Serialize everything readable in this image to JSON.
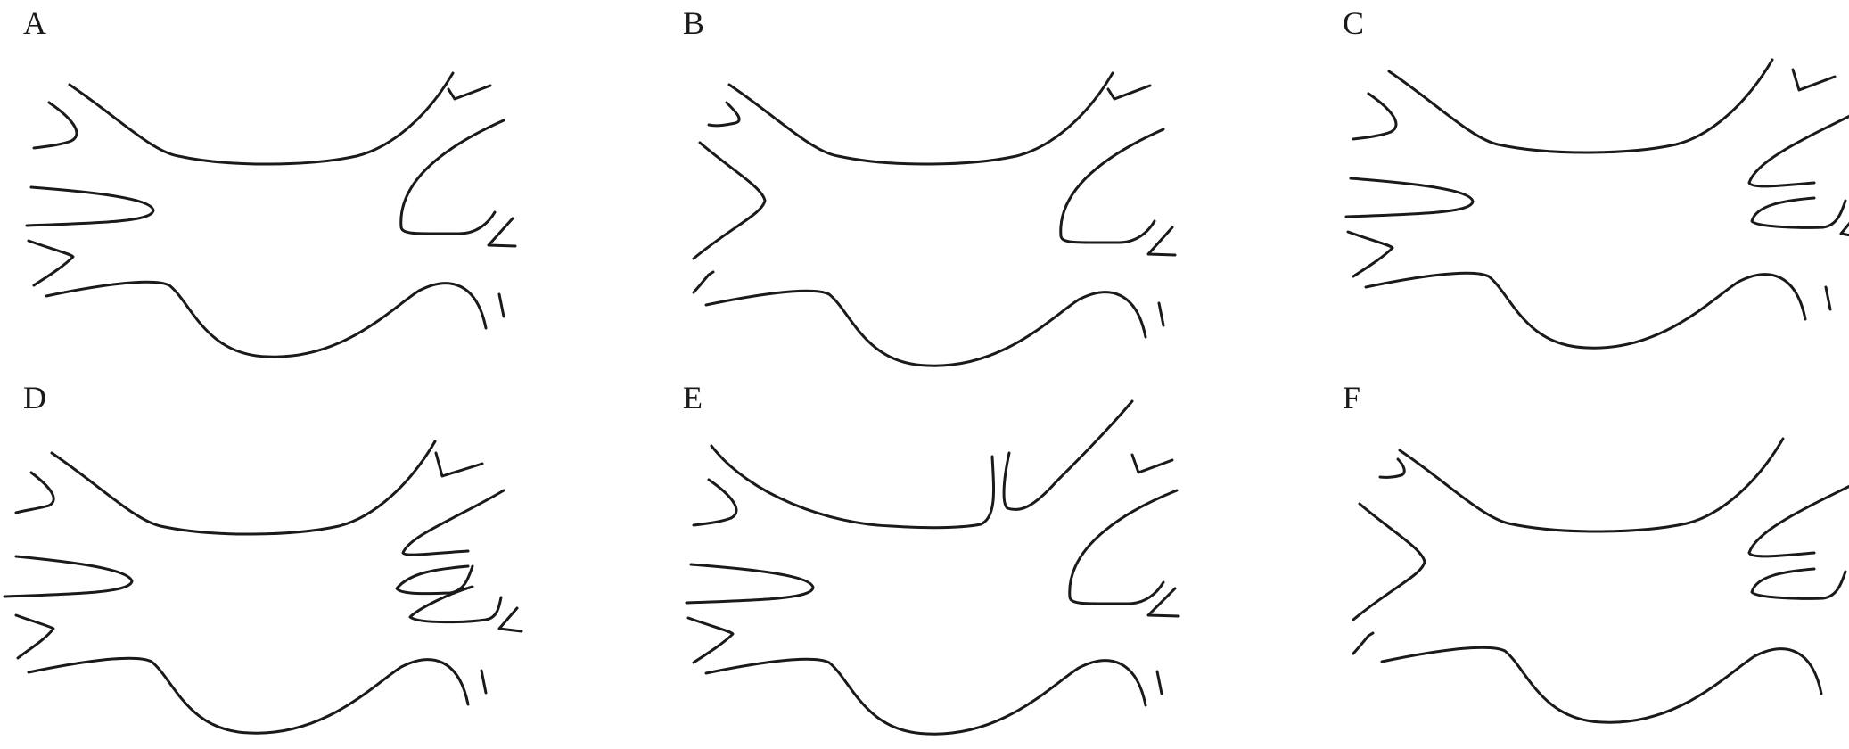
{
  "figure": {
    "panels": [
      {
        "id": "A",
        "label": "A",
        "variant": "base"
      },
      {
        "id": "B",
        "label": "B",
        "variant": "left-split"
      },
      {
        "id": "C",
        "label": "C",
        "variant": "right-split"
      },
      {
        "id": "D",
        "label": "D",
        "variant": "right-multi-split"
      },
      {
        "id": "E",
        "label": "E",
        "variant": "top-split"
      },
      {
        "id": "F",
        "label": "F",
        "variant": "left-and-right-split"
      }
    ],
    "stroke_color": "#1a1a1a",
    "background_color": "#ffffff"
  }
}
